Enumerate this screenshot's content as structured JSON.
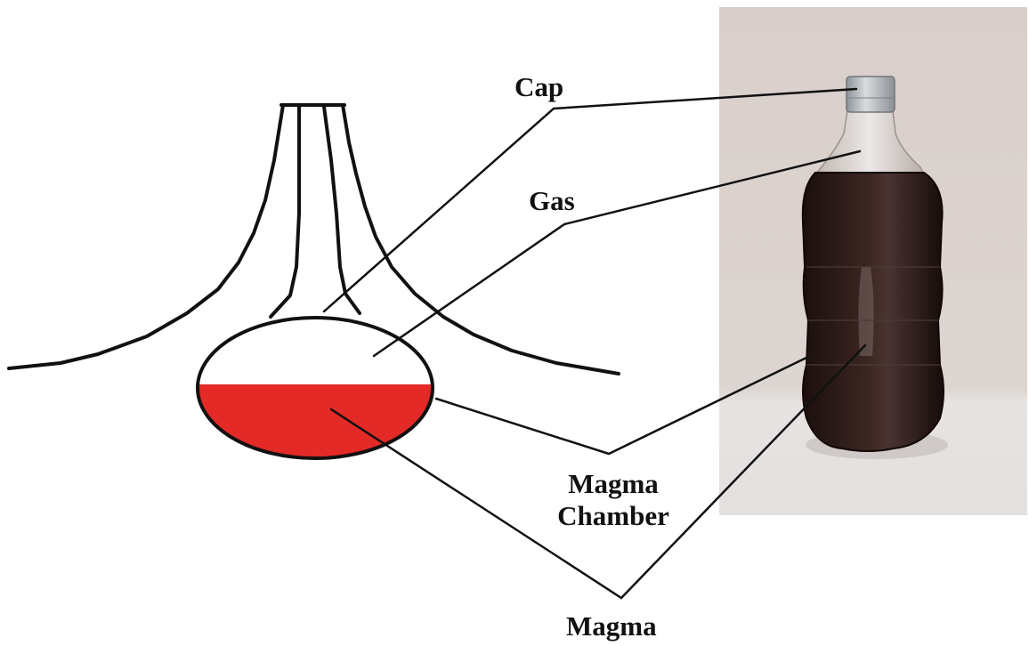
{
  "labels": {
    "cap": "Cap",
    "gas": "Gas",
    "magma_chamber_line1": "Magma",
    "magma_chamber_line2": "Chamber",
    "magma": "Magma"
  },
  "colors": {
    "line": "#111111",
    "magma": "#e32a27",
    "background": "#ffffff",
    "photo_backdrop": "#d6cbc5",
    "bottle_liquid": "#2a1a17",
    "bottle_cap": "#b7bcc0"
  },
  "icons": {
    "volcano": "volcano-outline-drawing",
    "bottle": "soda-bottle-photo"
  }
}
